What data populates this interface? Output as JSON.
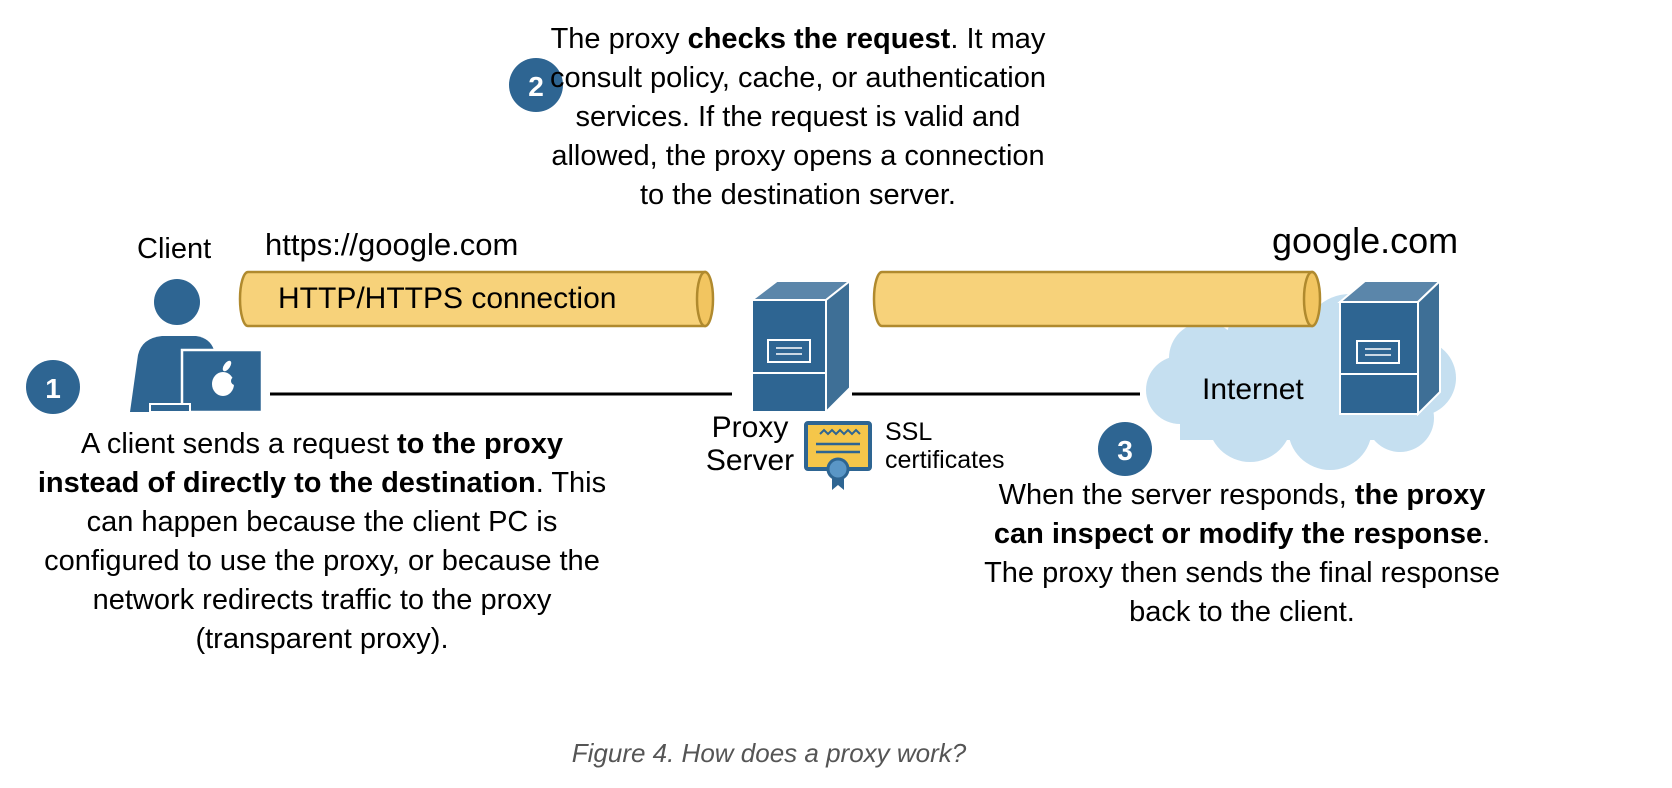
{
  "colors": {
    "accent": "#2e6592",
    "server_light": "#2e6592",
    "server_side": "#3e6f96",
    "pipe_fill": "#f7d27a",
    "pipe_stroke": "#b08a2e",
    "cloud": "#c5dff0",
    "cert_fill": "#f5c64a",
    "line": "#000000",
    "caption": "#555555"
  },
  "icons": [
    "person-with-laptop-icon",
    "apple-logo-icon",
    "server-icon",
    "certificate-icon",
    "cloud-icon"
  ],
  "labels": {
    "client": "Client",
    "url": "https://google.com",
    "connection": "HTTP/HTTPS connection",
    "destination": "google.com",
    "internet": "Internet",
    "proxy_line1": "Proxy",
    "proxy_line2": "Server",
    "ssl_line1": "SSL",
    "ssl_line2": "certificates"
  },
  "steps": [
    {
      "number": "1",
      "segments": [
        {
          "text": "A client sends a request ",
          "bold": false
        },
        {
          "text": "to the proxy instead of directly to the destination",
          "bold": true
        },
        {
          "text": ". This can happen because the client PC is configured to use the proxy, or because the network redirects traffic to the proxy (transparent proxy).",
          "bold": false
        }
      ]
    },
    {
      "number": "2",
      "segments": [
        {
          "text": "The proxy ",
          "bold": false
        },
        {
          "text": "checks the request",
          "bold": true
        },
        {
          "text": ". It may consult policy, cache, or authentication services. If the request is valid and allowed, the proxy opens a connection to the destination server.",
          "bold": false
        }
      ]
    },
    {
      "number": "3",
      "segments": [
        {
          "text": "When the server responds, ",
          "bold": false
        },
        {
          "text": "the proxy can inspect or modify the response",
          "bold": true
        },
        {
          "text": ". The proxy then sends the final response back to the client.",
          "bold": false
        }
      ]
    }
  ],
  "caption": "Figure 4. How does a proxy work?"
}
